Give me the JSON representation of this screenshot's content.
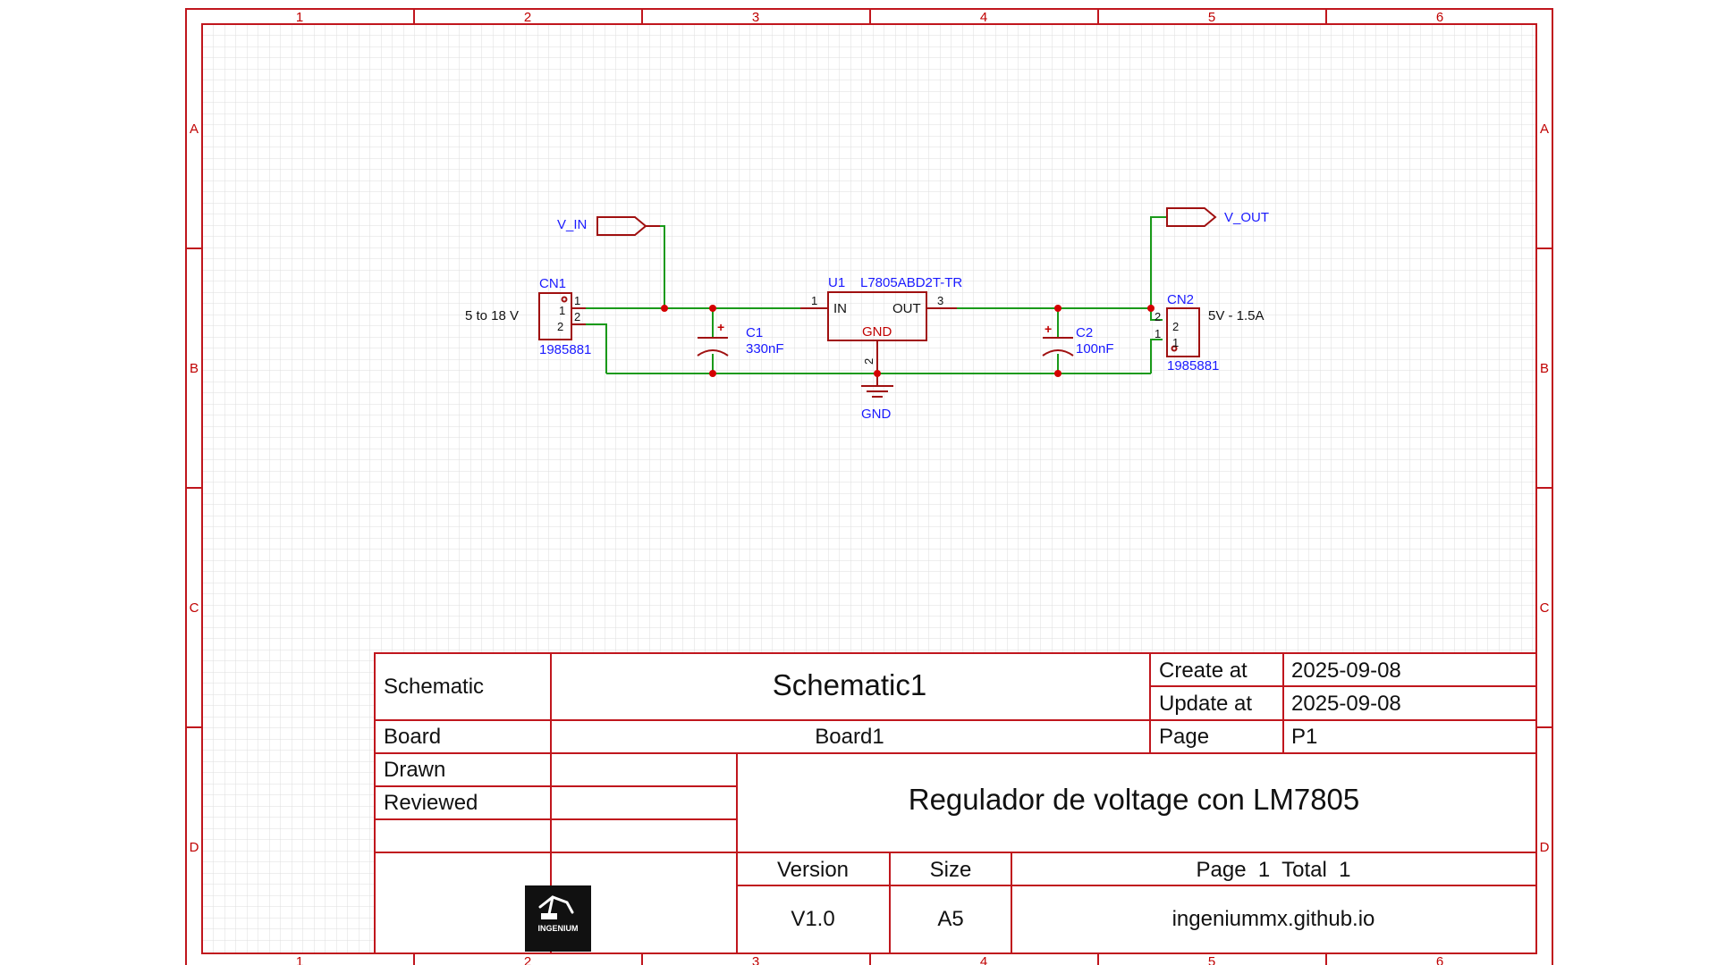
{
  "colors": {
    "frame": "#c0161d",
    "wire": "#1a9a1a",
    "label": "#1a1aff",
    "junction": "#d40000",
    "grid": "#dedede"
  },
  "border": {
    "cols": [
      "1",
      "2",
      "3",
      "4",
      "5",
      "6"
    ],
    "rows": [
      "A",
      "B",
      "C",
      "D"
    ]
  },
  "schematic": {
    "net_vin": "V_IN",
    "net_vout": "V_OUT",
    "gnd_label": "GND",
    "cn1": {
      "ref": "CN1",
      "value": "1985881",
      "note": "5 to 18 V",
      "pin1": "1",
      "pin2": "2",
      "pin_in1": "1",
      "pin_in2": "2"
    },
    "cn2": {
      "ref": "CN2",
      "value": "1985881",
      "note": "5V - 1.5A",
      "pin1": "1",
      "pin2": "2",
      "pin_in1": "1",
      "pin_in2": "2"
    },
    "u1": {
      "ref": "U1",
      "value": "L7805ABD2T-TR",
      "pin_in": "IN",
      "pin_out": "OUT",
      "pin_gnd": "GND",
      "num_in": "1",
      "num_out": "3",
      "num_gnd": "2"
    },
    "c1": {
      "ref": "C1",
      "value": "330nF",
      "polarity": "+"
    },
    "c2": {
      "ref": "C2",
      "value": "100nF",
      "polarity": "+"
    }
  },
  "title_block": {
    "schematic_label": "Schematic",
    "schematic_name": "Schematic1",
    "create_label": "Create at",
    "create_date": "2025-09-08",
    "update_label": "Update at",
    "update_date": "2025-09-08",
    "board_label": "Board",
    "board_name": "Board1",
    "page_label": "Page",
    "page_value": "P1",
    "drawn_label": "Drawn",
    "reviewed_label": "Reviewed",
    "title": "Regulador de voltage con LM7805",
    "version_label": "Version",
    "version_value": "V1.0",
    "size_label": "Size",
    "size_value": "A5",
    "page_total": "Page  1  Total  1",
    "website": "ingeniummx.github.io",
    "logo_text": "INGENIUM"
  }
}
